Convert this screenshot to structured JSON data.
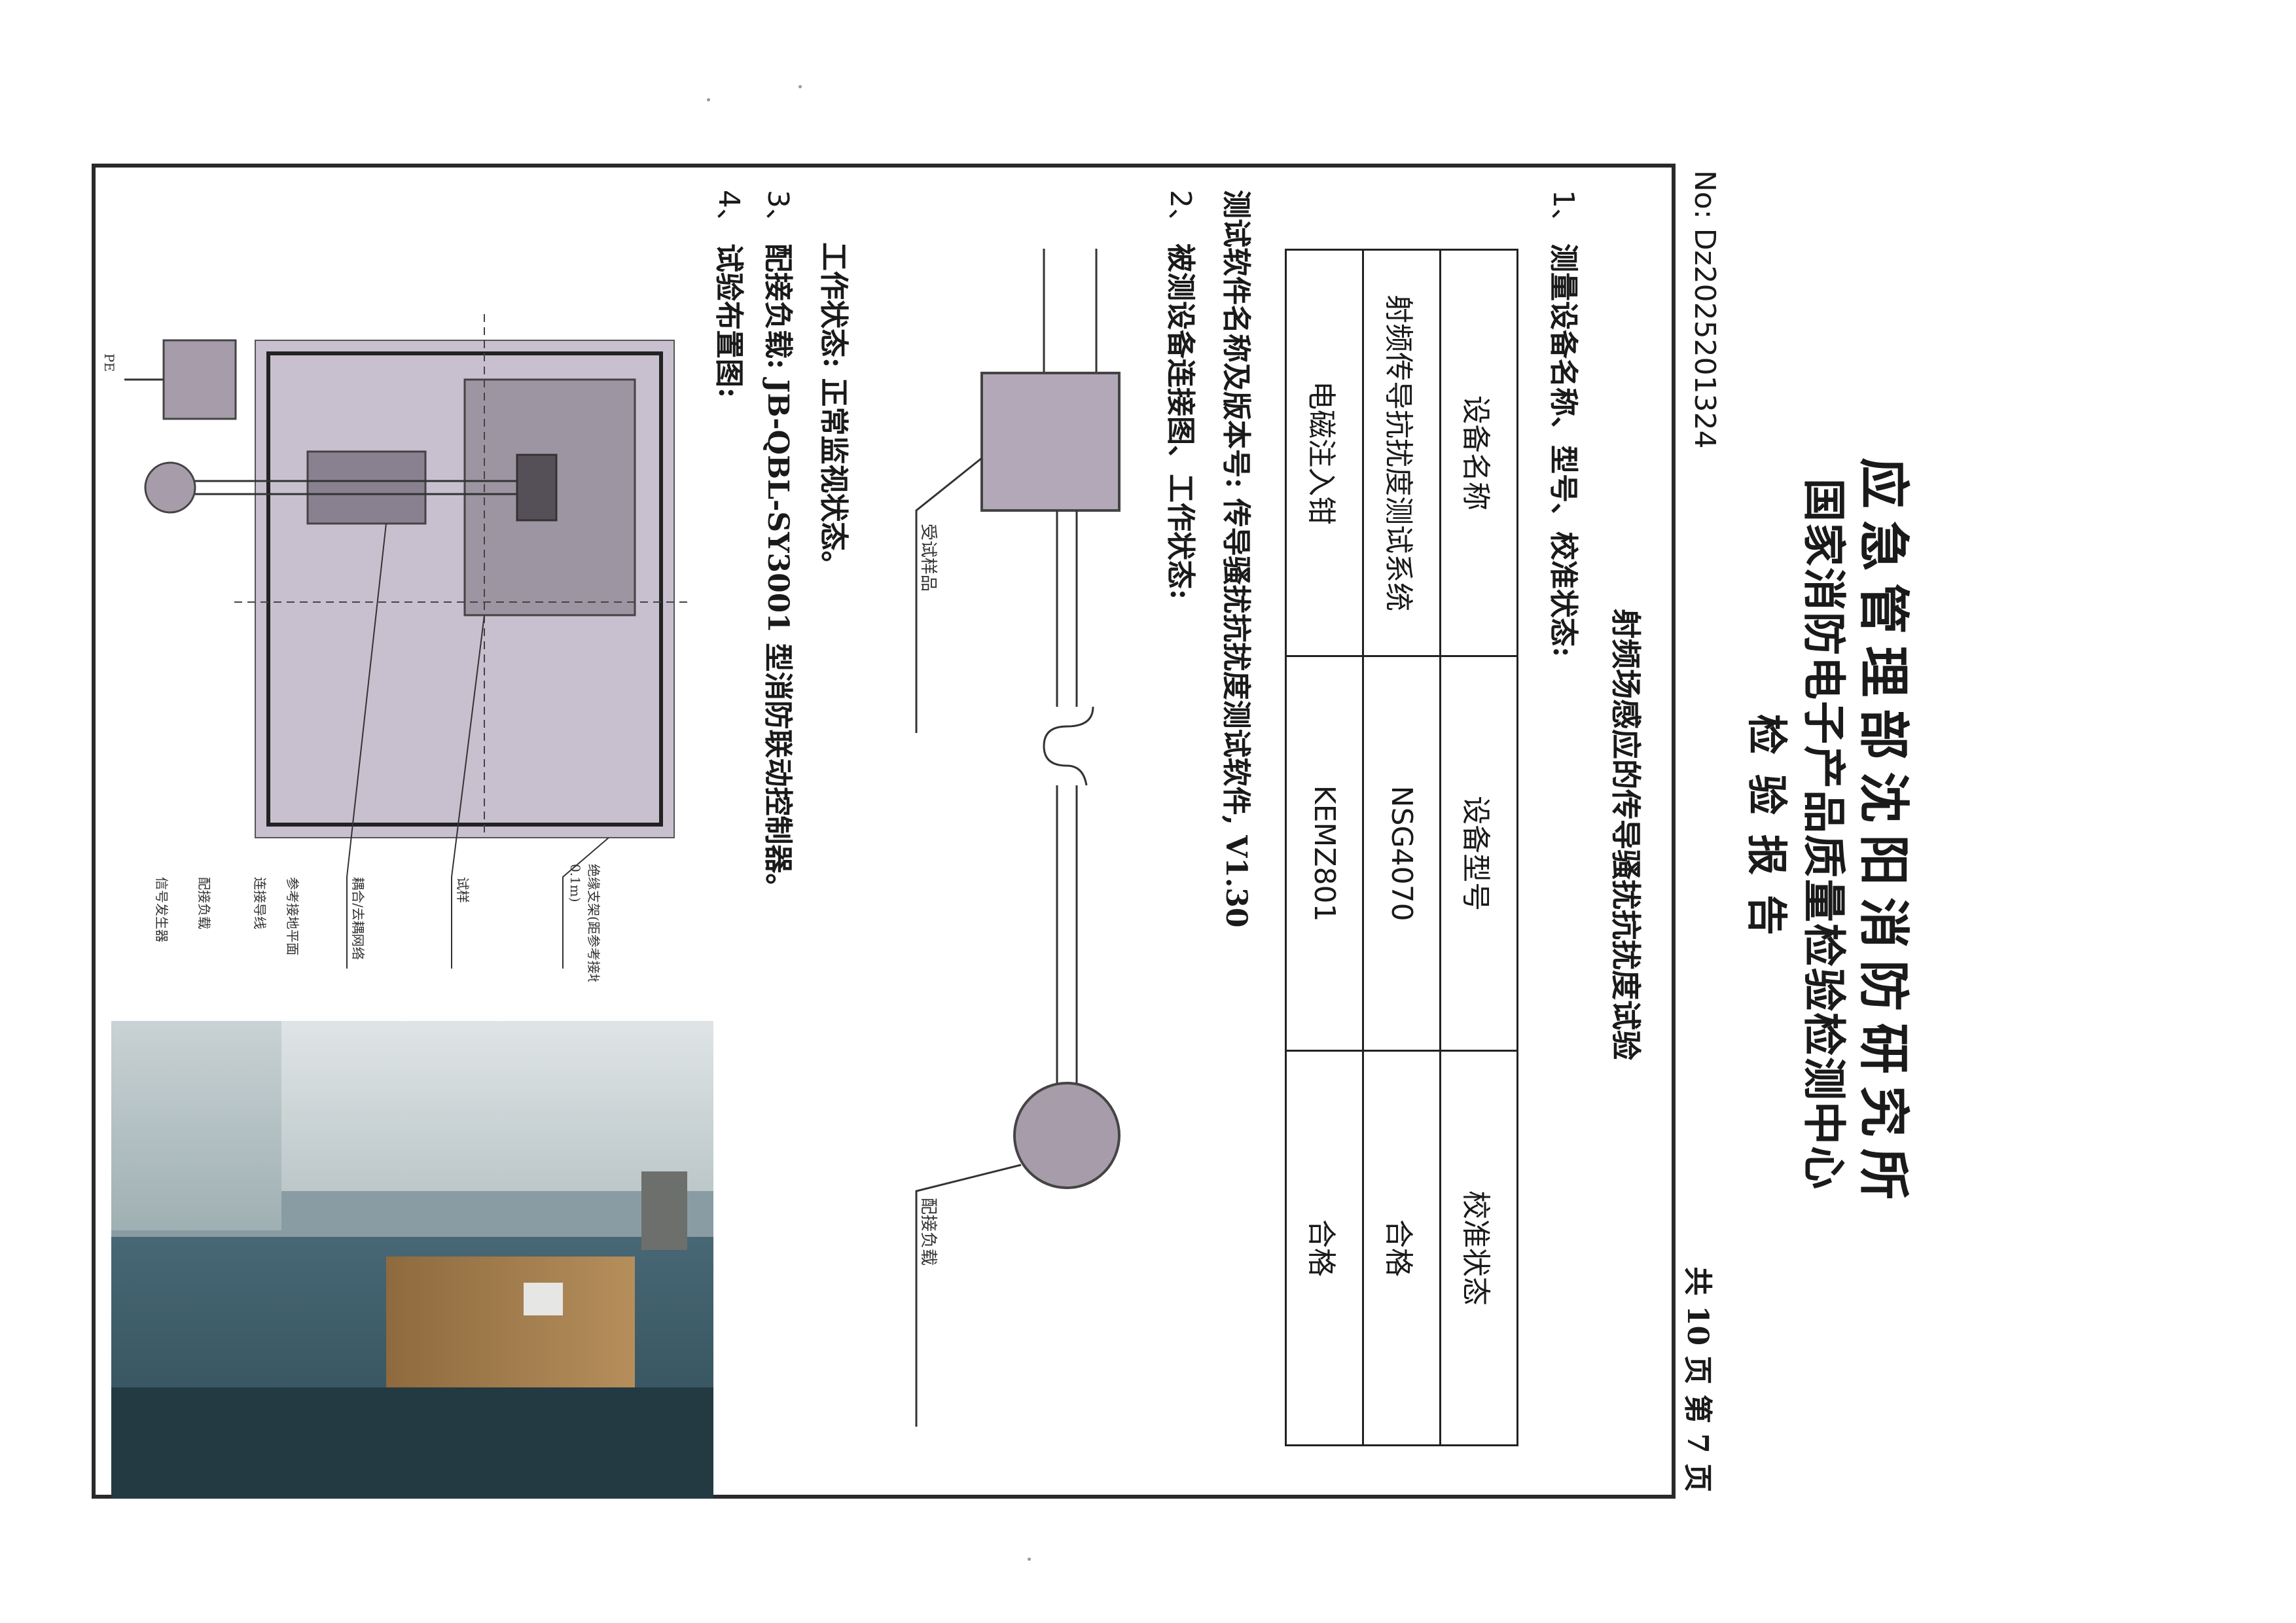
{
  "header": {
    "organization": "应急管理部沈阳消防研究所",
    "center": "国家消防电子产品质量检验检测中心",
    "report_title": "检验报告",
    "report_no": "No: Dz2025201324",
    "page_count": "共 10 页   第 7 页"
  },
  "test_title": "射频场感应的传导骚扰抗扰度试验",
  "section1": {
    "num": "1、",
    "label": "测量设备名称、型号、校准状态:",
    "columns": [
      "设备名称",
      "设备型号",
      "校准状态"
    ],
    "rows": [
      [
        "射频传导抗扰度测试系统",
        "NSG4070",
        "合格"
      ],
      [
        "电磁注入钳",
        "KEMZ801",
        "合格"
      ]
    ],
    "software": "测试软件名称及版本号: 传导骚扰抗扰度测试软件, V1.30"
  },
  "section2": {
    "num": "2、",
    "label": "被测设备连接图、工作状态:",
    "diagram_labels": {
      "eut": "受试样品",
      "load": "配接负载"
    },
    "working_state": "工作状态: 正常监视状态。"
  },
  "section3": {
    "num": "3、",
    "text": "配接负载: JB-QBL-SY3001 型消防联动控制器。"
  },
  "section4": {
    "num": "4、",
    "label": "试验布置图:",
    "diagram_labels": {
      "l1": "绝缘支架(距参考接地平面",
      "l2": "0.1m)",
      "l3": "试样",
      "l4": "耦合/去耦网络",
      "l5": "参考接地平面",
      "l6": "连接导线",
      "l7": "配接负载",
      "l8": "信号发生器",
      "l9": "PE"
    }
  }
}
